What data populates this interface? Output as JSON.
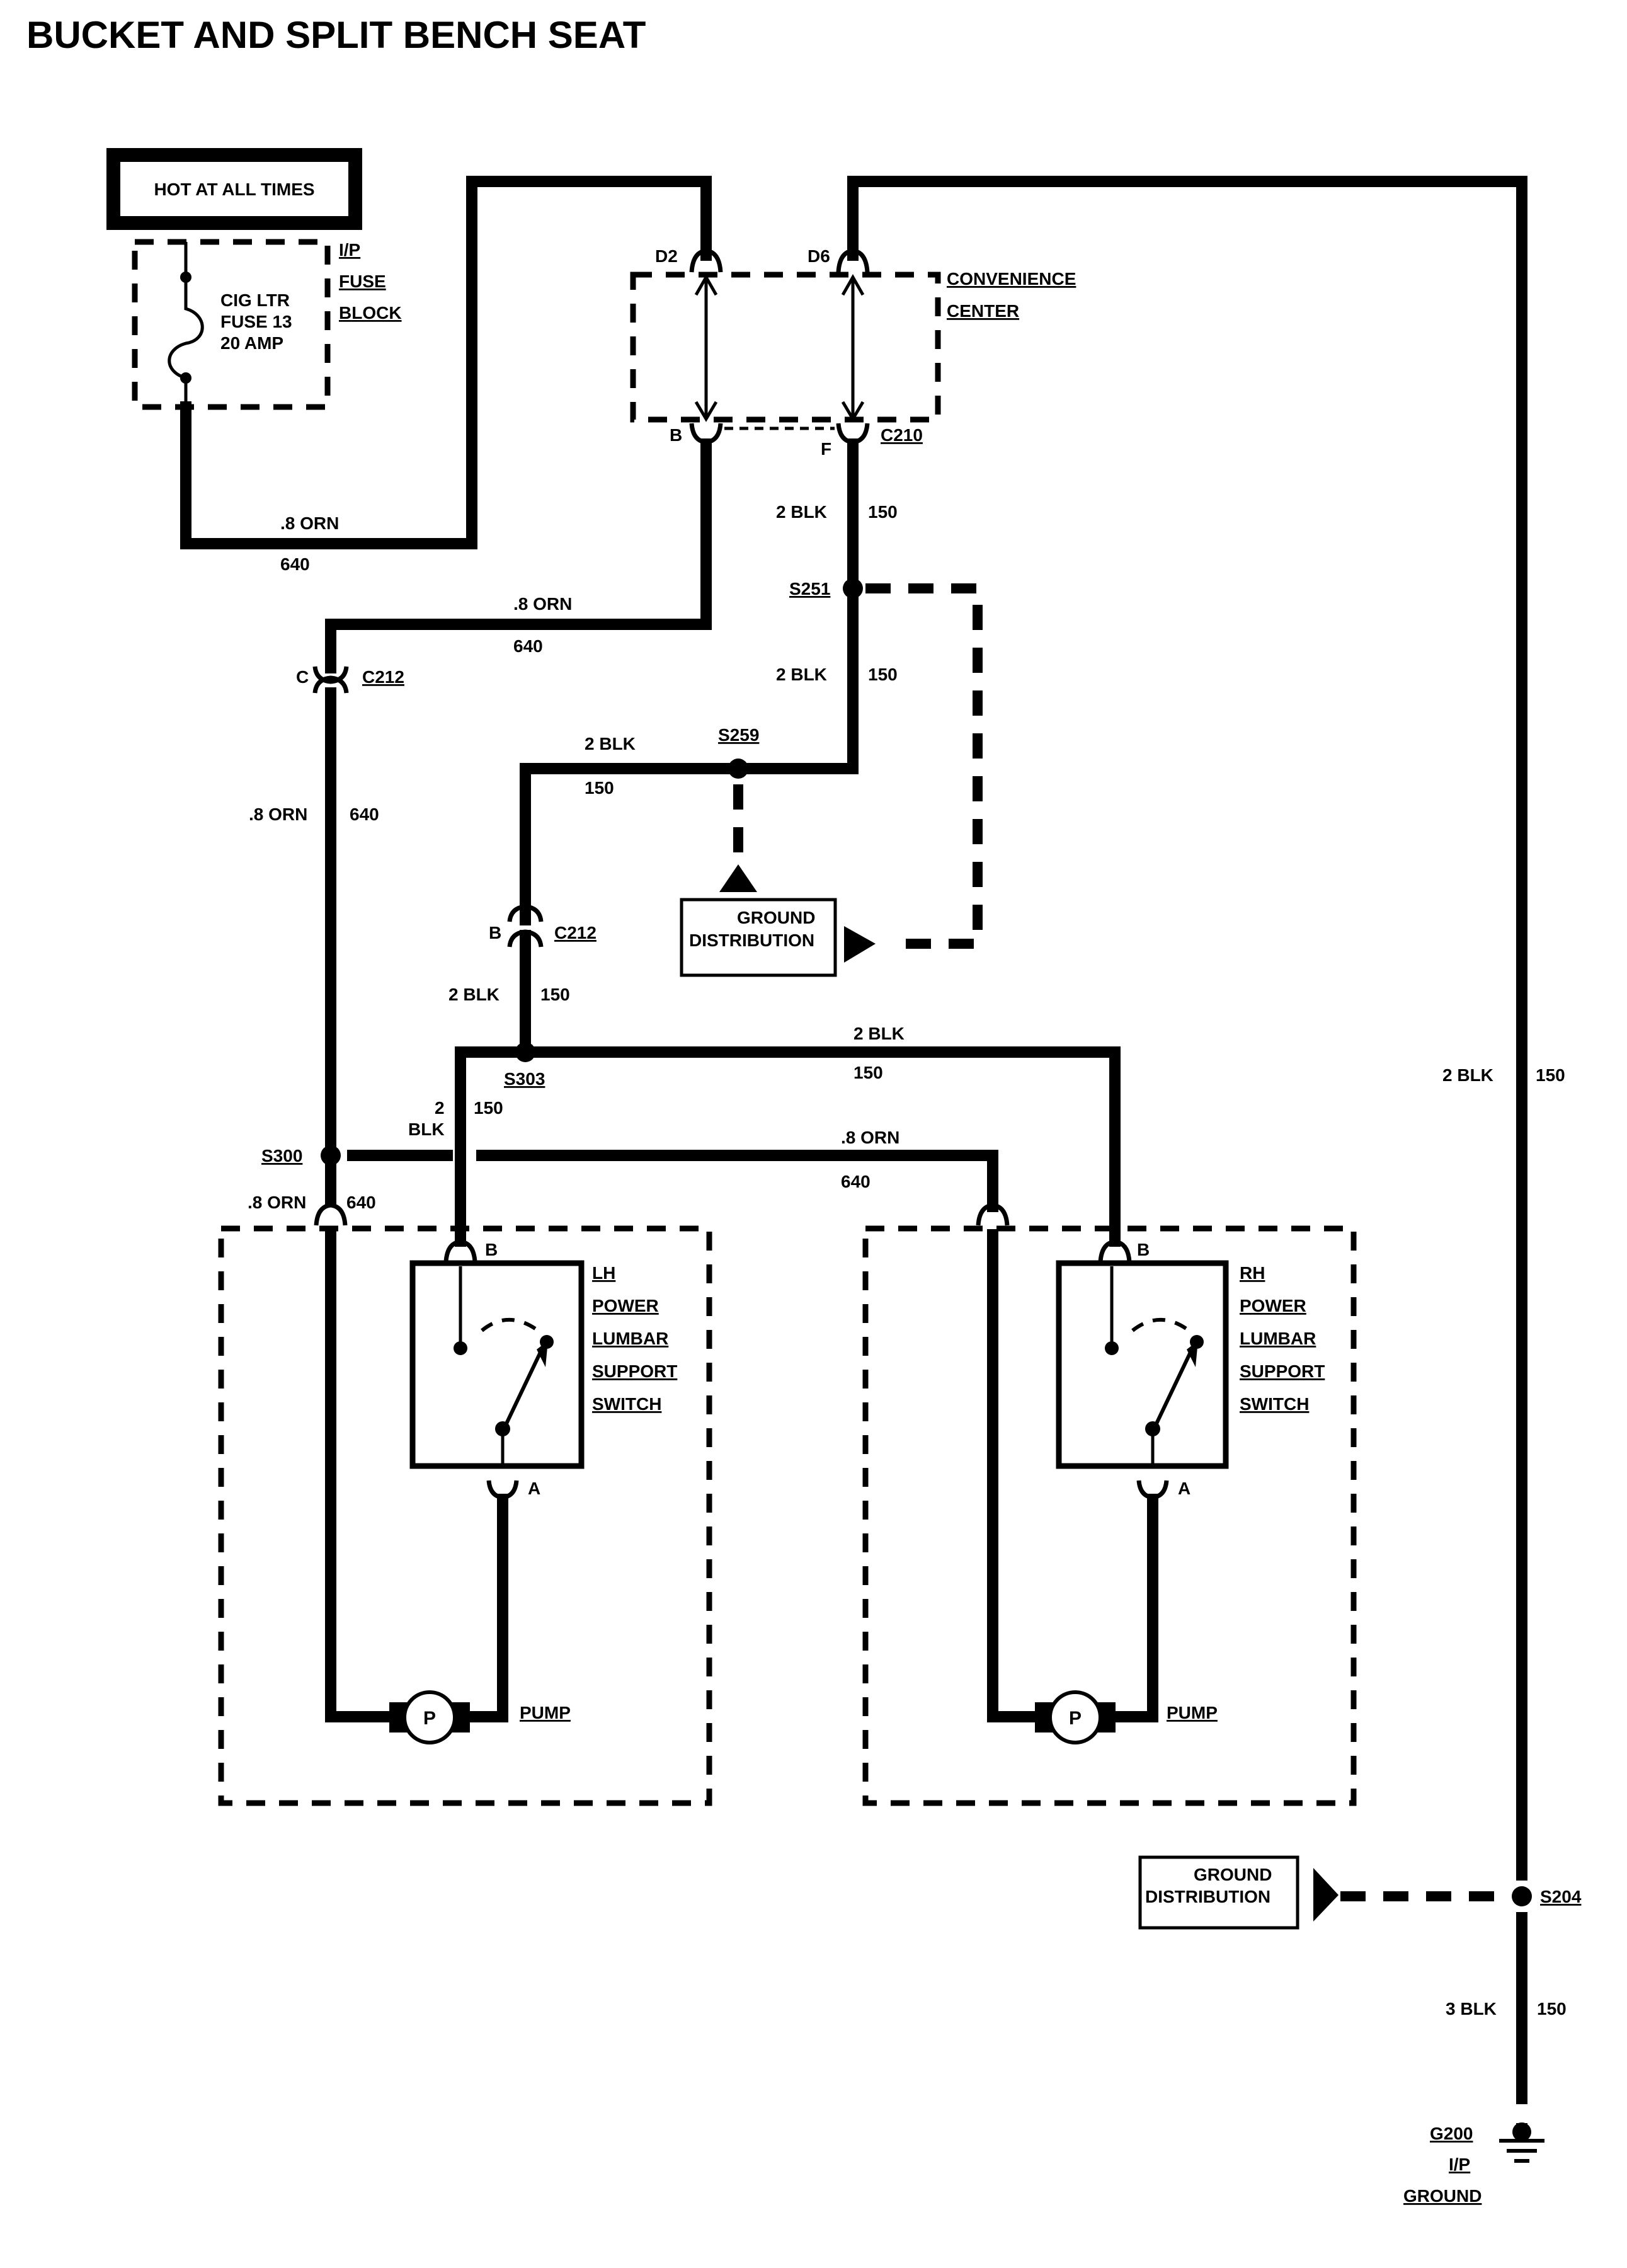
{
  "title": "BUCKET AND SPLIT BENCH SEAT",
  "power_source": {
    "label": "HOT AT ALL TIMES"
  },
  "fuse_block": {
    "name_lines": [
      "I/P",
      "FUSE",
      "BLOCK"
    ],
    "fuse_lines": [
      "CIG LTR",
      "FUSE 13",
      "20 AMP"
    ]
  },
  "convenience_center": {
    "name_lines": [
      "CONVENIENCE",
      "CENTER"
    ],
    "pins_in": [
      "D2",
      "D6"
    ],
    "pins_out": [
      "B",
      "F"
    ],
    "connector": "C210"
  },
  "wires": {
    "fuse_out": {
      "gauge_color": ".8 ORN",
      "circuit": "640"
    },
    "cc_b_out": {
      "gauge_color": ".8 ORN",
      "circuit": "640"
    },
    "c212_c_down": {
      "gauge_color": ".8 ORN",
      "circuit": "640"
    },
    "cc_f_out": {
      "gauge_color": "2 BLK",
      "circuit": "150"
    },
    "s251_down": {
      "gauge_color": "2 BLK",
      "circuit": "150"
    },
    "s259_left": {
      "gauge_color": "2 BLK",
      "circuit": "150"
    },
    "c212_b_down": {
      "gauge_color": "2 BLK",
      "circuit": "150"
    },
    "s303_right": {
      "gauge_color": "2 BLK",
      "circuit": "150"
    },
    "s303_lh": {
      "gauge": "2",
      "color": "BLK",
      "circuit": "150"
    },
    "s300_right": {
      "gauge_color": ".8 ORN",
      "circuit": "640"
    },
    "s300_lh": {
      "gauge_color": ".8 ORN",
      "circuit": "640"
    },
    "right_main": {
      "gauge_color": "2 BLK",
      "circuit": "150"
    },
    "s204_down": {
      "gauge_color": "3 BLK",
      "circuit": "150"
    }
  },
  "connectors": {
    "c212_c": {
      "pin": "C",
      "name": "C212"
    },
    "c212_b": {
      "pin": "B",
      "name": "C212"
    }
  },
  "splices": {
    "s251": "S251",
    "s259": "S259",
    "s303": "S303",
    "s300": "S300",
    "s204": "S204"
  },
  "ground_distribution": {
    "label_lines": [
      "GROUND",
      "DISTRIBUTION"
    ]
  },
  "lh_switch": {
    "name_lines": [
      "LH",
      "POWER",
      "LUMBAR",
      "SUPPORT",
      "SWITCH"
    ],
    "pin_top": "B",
    "pin_bottom": "A",
    "pump_label": "PUMP",
    "pump_symbol": "P"
  },
  "rh_switch": {
    "name_lines": [
      "RH",
      "POWER",
      "LUMBAR",
      "SUPPORT",
      "SWITCH"
    ],
    "pin_top": "B",
    "pin_bottom": "A",
    "pump_label": "PUMP",
    "pump_symbol": "P"
  },
  "ground": {
    "name": "G200",
    "lines": [
      "I/P",
      "GROUND"
    ]
  }
}
